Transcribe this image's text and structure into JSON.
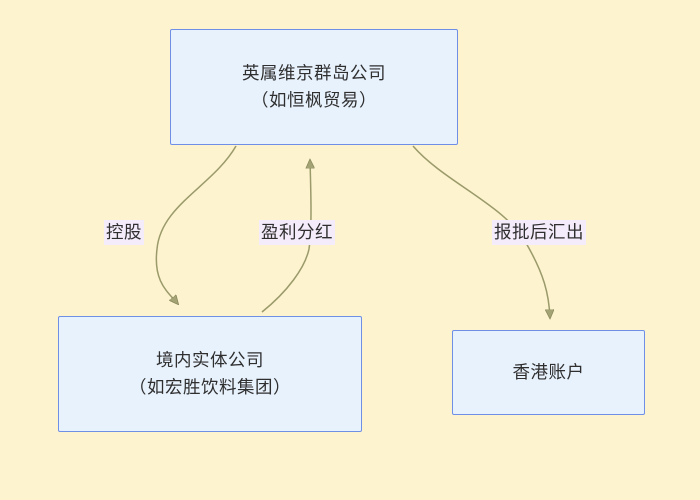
{
  "diagram": {
    "type": "flowchart",
    "background_color": "#fdf3cf",
    "node_fill_color": "#e8f2fd",
    "node_border_color": "#6f8ee6",
    "edge_color": "#9a9a6a",
    "label_background_color": "#f4ebfb",
    "text_color": "#2f2f2f",
    "nodes": [
      {
        "id": "bvi",
        "lines": [
          "英属维京群岛公司",
          "（如恒枫贸易）"
        ]
      },
      {
        "id": "domestic",
        "lines": [
          "境内实体公司",
          "（如宏胜饮料集团）"
        ]
      },
      {
        "id": "hk",
        "lines": [
          "香港账户"
        ]
      }
    ],
    "edges": [
      {
        "id": "holding",
        "label": "控股",
        "from": "bvi",
        "to": "domestic"
      },
      {
        "id": "dividend",
        "label": "盈利分红",
        "from": "domestic",
        "to": "bvi"
      },
      {
        "id": "remit",
        "label": "报批后汇出",
        "from": "bvi",
        "to": "hk"
      }
    ]
  }
}
